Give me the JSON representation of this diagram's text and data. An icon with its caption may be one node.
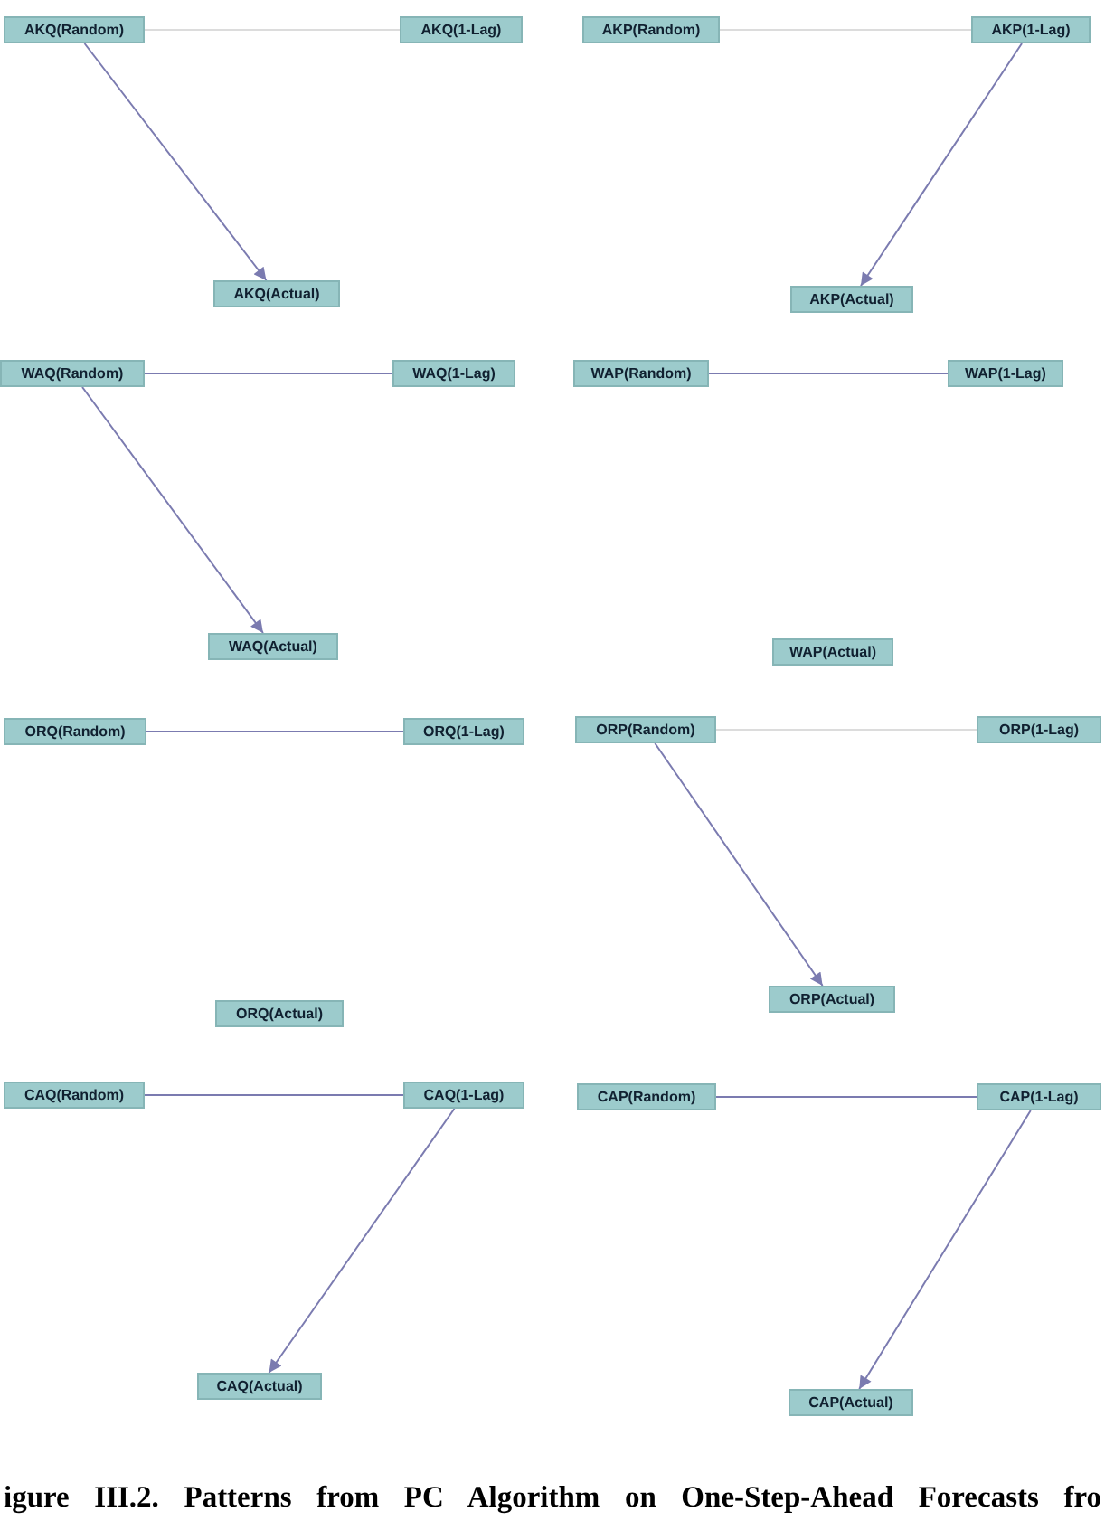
{
  "diagram": {
    "caption": "igure III.2. Patterns from PC Algorithm on One-Step-Ahead Forecasts fro",
    "nodes": [
      {
        "text": [
          "AKQ(Random)"
        ]
      },
      {
        "text": [
          "AKQ(1-Lag)"
        ]
      },
      {
        "text": [
          "AKQ(Actual)"
        ]
      },
      {
        "text": [
          "AKP(Random)"
        ]
      },
      {
        "text": [
          "AKP(1-Lag)"
        ]
      },
      {
        "text": [
          "AKP(Actual)"
        ]
      },
      {
        "text": [
          "WAQ(Random)"
        ]
      },
      {
        "text": [
          "WAQ(1-Lag)"
        ]
      },
      {
        "text": [
          "WAQ(Actual)"
        ]
      },
      {
        "text": [
          "WAP(Random)"
        ]
      },
      {
        "text": [
          "WAP(1-Lag)"
        ]
      },
      {
        "text": [
          "WAP(Actual)"
        ]
      },
      {
        "text": [
          "ORQ(Random)"
        ]
      },
      {
        "text": [
          "ORQ(1-Lag)"
        ]
      },
      {
        "text": [
          "ORQ(Actual)"
        ]
      },
      {
        "text": [
          "ORP(Random)"
        ]
      },
      {
        "text": [
          "ORP(1-Lag)"
        ]
      },
      {
        "text": [
          "ORP(Actual)"
        ]
      },
      {
        "text": [
          "CAQ(Random)"
        ]
      },
      {
        "text": [
          "CAQ(1-Lag)"
        ]
      },
      {
        "text": [
          "CAQ(Actual)"
        ]
      },
      {
        "text": [
          "CAP(Random)"
        ]
      },
      {
        "text": [
          "CAP(1-Lag)"
        ]
      },
      {
        "text": [
          "CAP(Actual)"
        ]
      }
    ],
    "edges": [
      {
        "from": 0,
        "to": 1,
        "arrow": "none",
        "color": "#dcdcdc"
      },
      {
        "from": 0,
        "to": 2,
        "arrow": "to"
      },
      {
        "from": 3,
        "to": 4,
        "arrow": "none",
        "color": "#dcdcdc"
      },
      {
        "from": 4,
        "to": 5,
        "arrow": "to"
      },
      {
        "from": 6,
        "to": 7,
        "arrow": "none"
      },
      {
        "from": 6,
        "to": 8,
        "arrow": "to"
      },
      {
        "from": 9,
        "to": 10,
        "arrow": "none"
      },
      {
        "from": 12,
        "to": 13,
        "arrow": "none"
      },
      {
        "from": 15,
        "to": 16,
        "arrow": "none",
        "color": "#dcdcdc"
      },
      {
        "from": 15,
        "to": 17,
        "arrow": "to"
      },
      {
        "from": 18,
        "to": 19,
        "arrow": "none"
      },
      {
        "from": 19,
        "to": 20,
        "arrow": "to"
      },
      {
        "from": 21,
        "to": 22,
        "arrow": "none"
      },
      {
        "from": 22,
        "to": 23,
        "arrow": "to"
      }
    ]
  }
}
